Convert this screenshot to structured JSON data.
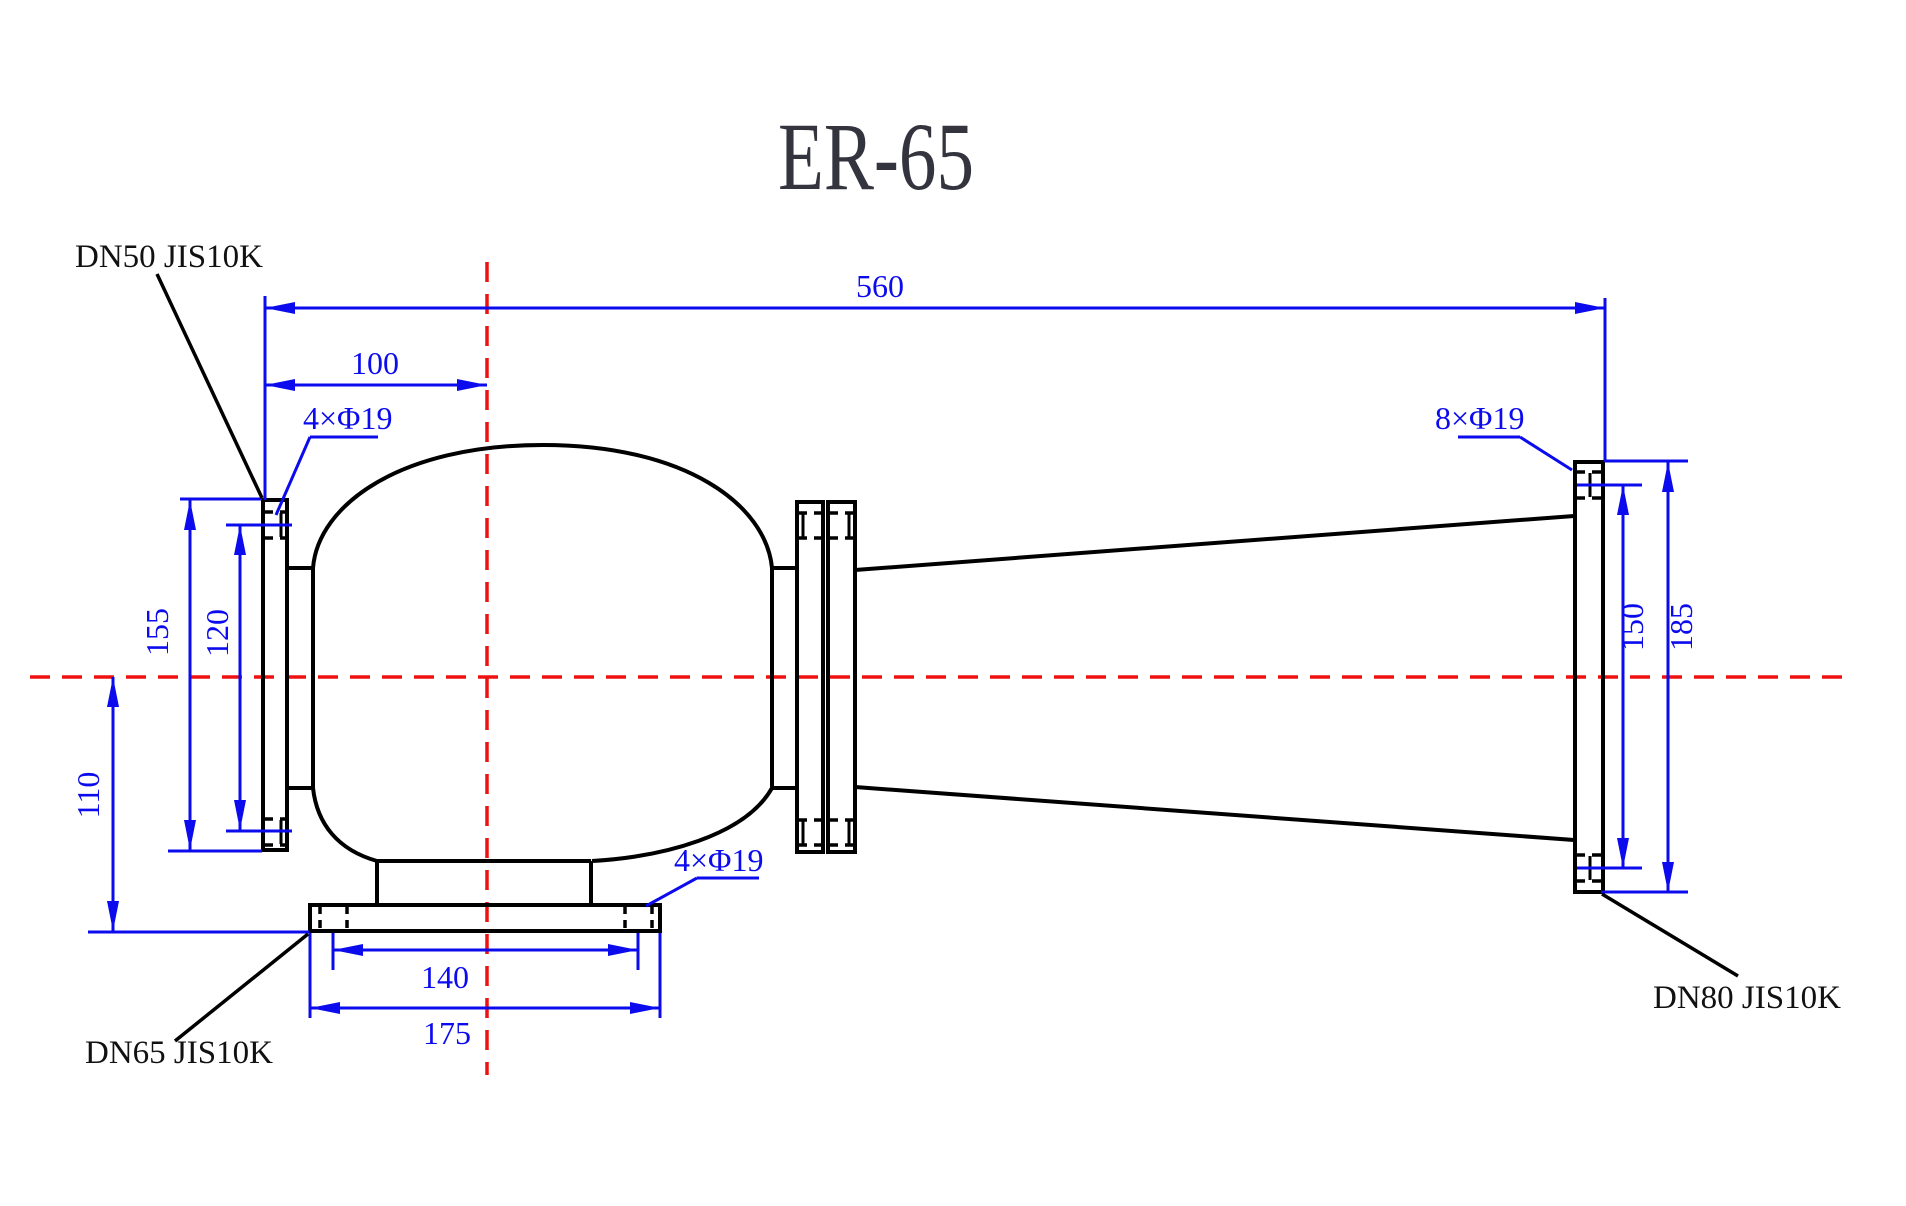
{
  "title": "ER-65",
  "colors": {
    "dimension_blue": "#0b0bee",
    "centerline_red": "#ef1010",
    "outline_black": "#000000",
    "title_gray": "#34343e",
    "background": "#ffffff"
  },
  "labels": {
    "flange_left": "DN50 JIS10K",
    "flange_bottom": "DN65 JIS10K",
    "flange_right": "DN80 JIS10K",
    "bolt_left": "4×Φ19",
    "bolt_bottom": "4×Φ19",
    "bolt_right": "8×Φ19"
  },
  "dimensions": {
    "overall_length": "560",
    "inlet_to_axis": "100",
    "left_flange_od": "155",
    "left_bolt_circle": "120",
    "axis_to_base": "110",
    "bottom_bolt_circle": "140",
    "bottom_flange_od": "175",
    "right_bolt_circle": "150",
    "right_flange_od": "185"
  }
}
